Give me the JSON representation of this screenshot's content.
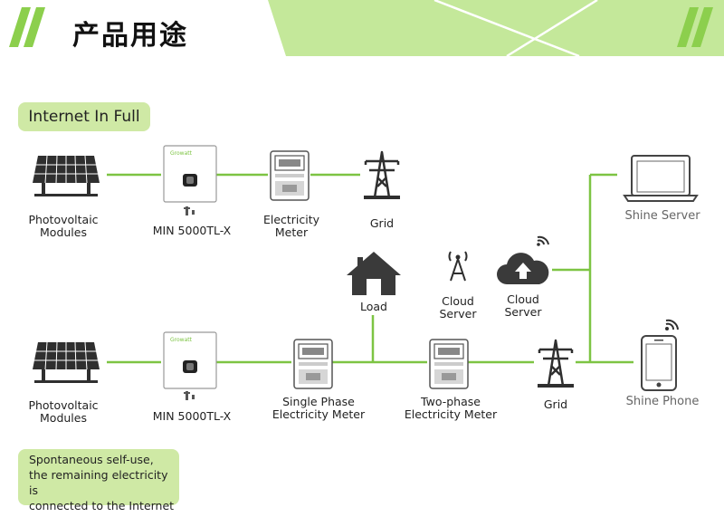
{
  "header": {
    "title": "产品用途",
    "accent": "#8ccf4d",
    "banner_color": "#c4e89a"
  },
  "badges": {
    "internet": "Internet In Full",
    "self_use_lines": [
      "Spontaneous self-use,",
      "the remaining electricity is",
      "connected to the Internet"
    ]
  },
  "diagram": {
    "line_color": "#7dc443",
    "row1": {
      "pv": [
        "Photovoltaic",
        "Modules"
      ],
      "inverter": "MIN 5000TL-X",
      "inverter_brand": "Growatt",
      "meter": [
        "Electricity",
        "Meter"
      ],
      "grid": "Grid"
    },
    "row2": {
      "pv": [
        "Photovoltaic",
        "Modules"
      ],
      "inverter": "MIN 5000TL-X",
      "inverter_brand": "Growatt",
      "single_meter": [
        "Single Phase",
        "Electricity Meter"
      ],
      "two_meter": [
        "Two-phase",
        "Electricity Meter"
      ],
      "grid": "Grid"
    },
    "load": "Load",
    "cloud_server_tower": [
      "Cloud",
      "Server"
    ],
    "cloud_server": [
      "Cloud",
      "Server"
    ],
    "shine_server": "Shine Server",
    "shine_phone": "Shine Phone"
  }
}
